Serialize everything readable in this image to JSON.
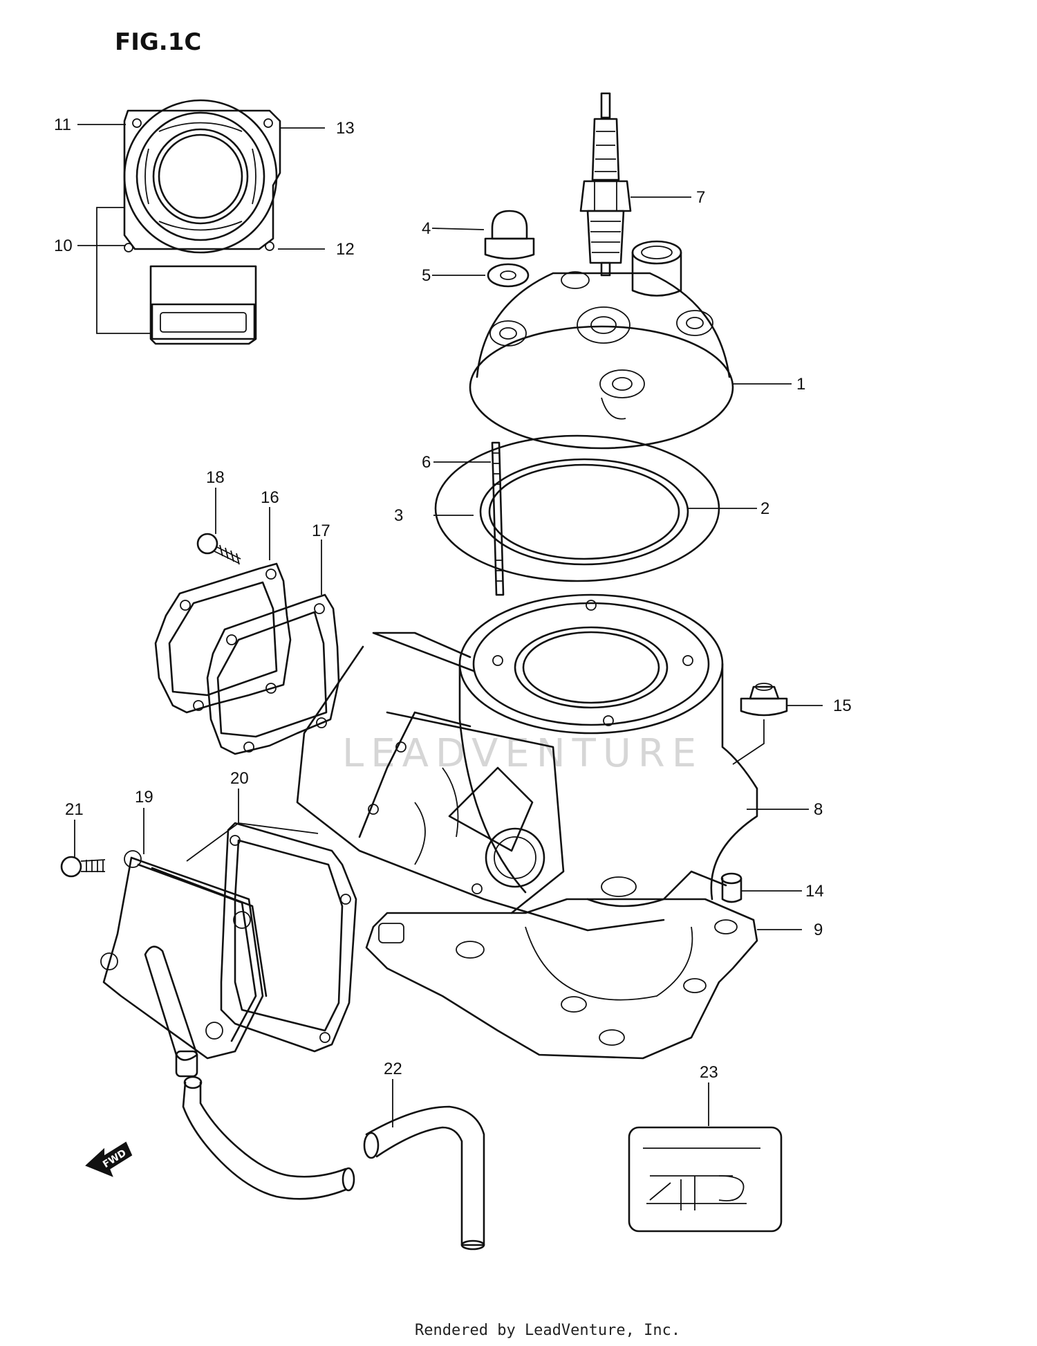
{
  "figure_label": "FIG.1C",
  "watermark": "LEADVENTURE",
  "footer": "Rendered by LeadVenture, Inc.",
  "fwd_label": "FWD",
  "callouts": [
    {
      "id": "1",
      "label": "1"
    },
    {
      "id": "2",
      "label": "2"
    },
    {
      "id": "3",
      "label": "3"
    },
    {
      "id": "4",
      "label": "4"
    },
    {
      "id": "5",
      "label": "5"
    },
    {
      "id": "6",
      "label": "6"
    },
    {
      "id": "7",
      "label": "7"
    },
    {
      "id": "8",
      "label": "8"
    },
    {
      "id": "9",
      "label": "9"
    },
    {
      "id": "10",
      "label": "10"
    },
    {
      "id": "11",
      "label": "11"
    },
    {
      "id": "12",
      "label": "12"
    },
    {
      "id": "13",
      "label": "13"
    },
    {
      "id": "14",
      "label": "14"
    },
    {
      "id": "15",
      "label": "15"
    },
    {
      "id": "16",
      "label": "16"
    },
    {
      "id": "17",
      "label": "17"
    },
    {
      "id": "18",
      "label": "18"
    },
    {
      "id": "19",
      "label": "19"
    },
    {
      "id": "20",
      "label": "20"
    },
    {
      "id": "21",
      "label": "21"
    },
    {
      "id": "22",
      "label": "22"
    },
    {
      "id": "23",
      "label": "23"
    }
  ]
}
